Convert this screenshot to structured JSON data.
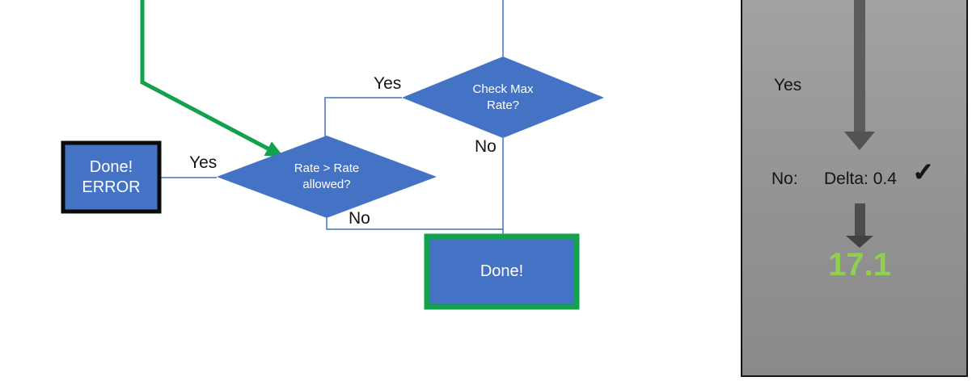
{
  "colors": {
    "shape_blue": "#4472c4",
    "connector_blue": "#4472c4",
    "accent_green": "#13a24c",
    "result_green": "#8fd04f",
    "arrow_gray": "#555555",
    "text_black": "#151515"
  },
  "flowchart": {
    "check_max_rate": {
      "label": "Check Max\nRate?",
      "yes": "Yes",
      "no": "No"
    },
    "rate_allowed": {
      "label": "Rate > Rate\nallowed?",
      "yes": "Yes",
      "no": "No"
    },
    "done_error": {
      "label": "Done!\nERROR"
    },
    "done": {
      "label": "Done!"
    }
  },
  "panel": {
    "yes": "Yes",
    "no": "No:",
    "delta": "Delta: 0.4",
    "checkmark": "✓",
    "result": "17.1"
  }
}
